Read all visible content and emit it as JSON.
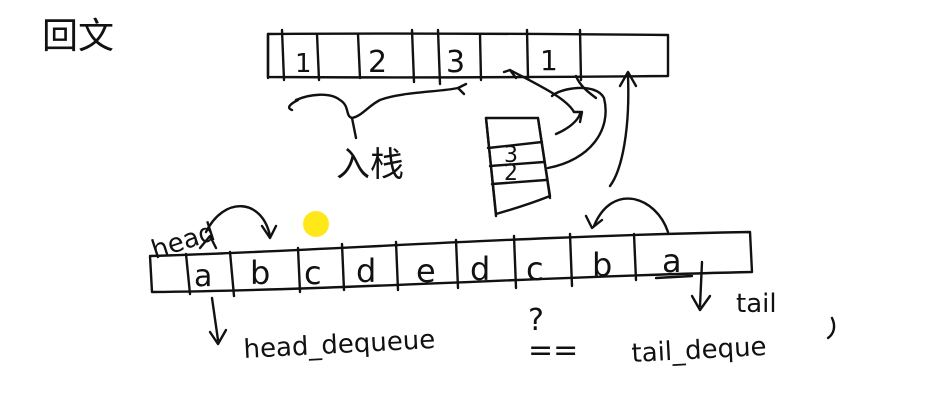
{
  "title": "回文",
  "top_array": {
    "cells": [
      "1",
      "2",
      "3",
      "",
      "1"
    ]
  },
  "stack": {
    "label": "入栈",
    "items": [
      "3",
      "2",
      ""
    ]
  },
  "bottom_array": {
    "cells": [
      "a",
      "b",
      "c",
      "d",
      "e",
      "d",
      "c",
      "b",
      "a"
    ],
    "head_label": "head",
    "tail_label": "tail",
    "head_dequeue_label": "head_dequeue",
    "tail_dequeue_label": "tail_deque",
    "compare_label": "?",
    "equals_label": "=="
  },
  "cursor": {
    "color": "#ffe600"
  },
  "colors": {
    "ink": "#111111",
    "background": "#ffffff"
  }
}
